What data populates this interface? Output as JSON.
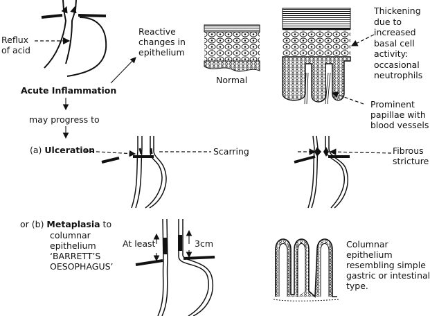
{
  "labels": {
    "reflux_line1": "Reflux",
    "reflux_line2": "of acid",
    "reactive_line1": "Reactive",
    "reactive_line2": "changes in",
    "reactive_line3": "epithelium",
    "normal": "Normal",
    "thickening": [
      "Thickening",
      "due to",
      "increased",
      "basal cell",
      "activity:",
      "occasional",
      "neutrophils"
    ],
    "papillae": [
      "Prominent",
      "papillae with",
      "blood vessels"
    ],
    "acute_inflammation": "Acute Inflammation",
    "may_progress": "may progress to",
    "ulceration_prefix": "(a) ",
    "ulceration": "Ulceration",
    "scarring": "Scarring",
    "fibrous_line1": "Fibrous",
    "fibrous_line2": "stricture",
    "metaplasia_prefix": "or (b) ",
    "metaplasia": "Metaplasia",
    "metaplasia_suffix": " to",
    "metaplasia_lines": [
      "columnar",
      "epithelium",
      "‘BARRETT’S",
      "OESOPHAGUS’"
    ],
    "at_least": "At least",
    "three_cm": "3cm",
    "columnar": [
      "Columnar",
      "epithelium",
      "resembling simple",
      "gastric or intestinal",
      "type."
    ]
  },
  "colors": {
    "ink": "#111111",
    "background": "#ffffff"
  }
}
